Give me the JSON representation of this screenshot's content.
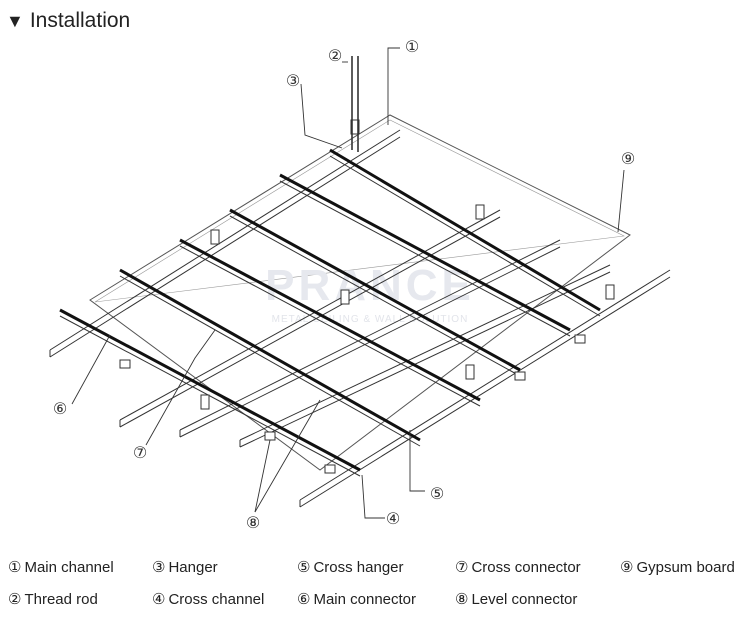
{
  "header": {
    "icon": "triangle-down-icon",
    "title": "Installation"
  },
  "watermark": {
    "line1": "PRANCE",
    "line2": "METAL CEILING & WALL SOLUTION"
  },
  "callouts": [
    {
      "id": "c1",
      "num": "①"
    },
    {
      "id": "c2",
      "num": "②"
    },
    {
      "id": "c3",
      "num": "③"
    },
    {
      "id": "c4",
      "num": "④"
    },
    {
      "id": "c5",
      "num": "⑤"
    },
    {
      "id": "c6",
      "num": "⑥"
    },
    {
      "id": "c7",
      "num": "⑦"
    },
    {
      "id": "c8",
      "num": "⑧"
    },
    {
      "id": "c9",
      "num": "⑨"
    }
  ],
  "legend": [
    {
      "num": "①",
      "label": "Main channel"
    },
    {
      "num": "②",
      "label": "Thread rod"
    },
    {
      "num": "③",
      "label": "Hanger"
    },
    {
      "num": "④",
      "label": "Cross channel"
    },
    {
      "num": "⑤",
      "label": "Cross hanger"
    },
    {
      "num": "⑥",
      "label": "Main connector"
    },
    {
      "num": "⑦",
      "label": "Cross connector"
    },
    {
      "num": "⑧",
      "label": "Level connector"
    },
    {
      "num": "⑨",
      "label": "Gypsum board"
    }
  ]
}
